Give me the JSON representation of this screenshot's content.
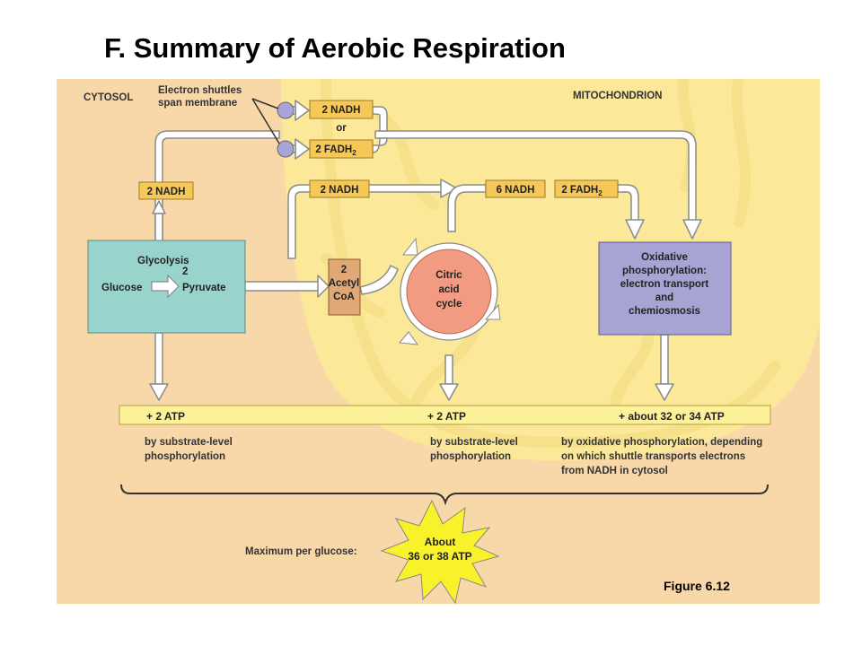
{
  "slide": {
    "title": "F. Summary of Aerobic Respiration"
  },
  "regions": {
    "cytosol": "CYTOSOL",
    "mitochondrion": "MITOCHONDRION"
  },
  "shuttle": {
    "label_line1": "Electron shuttles",
    "label_line2": "span membrane",
    "nadh": "2 NADH",
    "or": "or",
    "fadh2": "2 FADH",
    "fadh2_sub": "2"
  },
  "nadh_row": {
    "glycolysis_nadh": "2 NADH",
    "acetyl_nadh": "2 NADH",
    "citric_nadh": "6 NADH",
    "citric_fadh2": "2 FADH",
    "citric_fadh2_sub": "2"
  },
  "glycolysis": {
    "title": "Glycolysis",
    "count": "2",
    "glucose": "Glucose",
    "pyruvate": "Pyruvate"
  },
  "acetyl_coa": {
    "line1": "2",
    "line2": "Acetyl",
    "line3": "CoA"
  },
  "citric_cycle": {
    "line1": "Citric",
    "line2": "acid",
    "line3": "cycle"
  },
  "oxphos": {
    "line1": "Oxidative",
    "line2": "phosphorylation:",
    "line3": "electron transport",
    "line4": "and",
    "line5": "chemiosmosis"
  },
  "atp_bar": {
    "glycolysis": "+ 2 ATP",
    "citric": "+ 2 ATP",
    "oxphos": "+ about 32 or 34 ATP"
  },
  "notes": {
    "glycolysis_line1": "by substrate-level",
    "glycolysis_line2": "phosphorylation",
    "citric_line1": "by substrate-level",
    "citric_line2": "phosphorylation",
    "oxphos_line1": "by oxidative phosphorylation, depending",
    "oxphos_line2": "on which shuttle transports electrons",
    "oxphos_line3": "from NADH in cytosol"
  },
  "maximum": {
    "label": "Maximum per glucose:",
    "star_line1": "About",
    "star_line2": "36 or 38 ATP"
  },
  "figure_label": "Figure 6.12",
  "colors": {
    "background": "#f8d7a8",
    "mitochondrion": "#fce899",
    "mito_line": "#f6e08a",
    "arrow_fill": "#ffffff",
    "arrow_stroke": "#8a8a8a",
    "small_box": "#f6c858",
    "glycolysis_box": "#99d4cc",
    "acetyl_box": "#e0a877",
    "citric_circle": "#f29b82",
    "oxphos_box": "#a7a4d4",
    "atp_bar": "#fdf29a",
    "star": "#f9f22b",
    "shuttle_circle": "#a9a4d8"
  }
}
